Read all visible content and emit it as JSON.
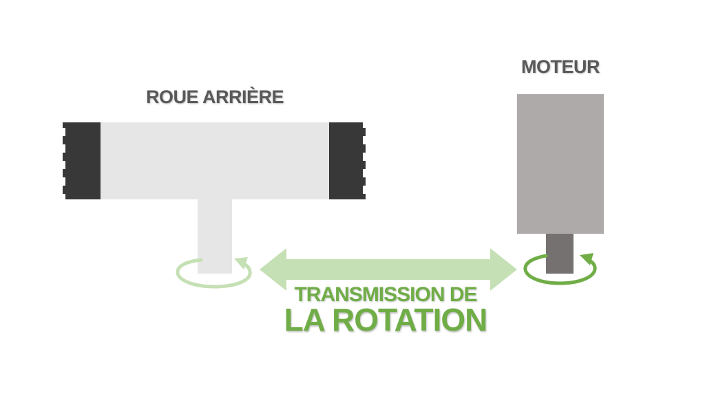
{
  "labels": {
    "wheel": "ROUE ARRIÈRE",
    "motor": "MOTEUR",
    "transmission_line1": "TRANSMISSION DE",
    "transmission_line2": "LA ROTATION"
  },
  "colors": {
    "text_dark": "#595959",
    "accent_green": "#70ad47",
    "arrow_light_green": "#c5e0b4",
    "tire": "#383838",
    "hub": "#e6e6e6",
    "motor_body": "#aeaaaa",
    "motor_shaft": "#767171"
  },
  "icons": {
    "wheel_rotation": "rotation-arrow-icon",
    "motor_rotation": "rotation-arrow-icon",
    "transmission": "double-arrow-icon"
  }
}
